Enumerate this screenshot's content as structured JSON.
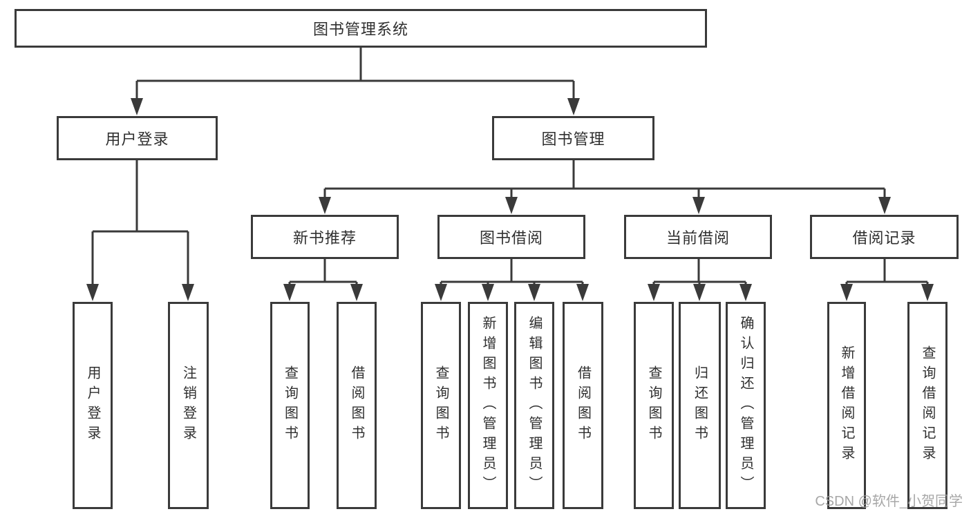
{
  "diagram": {
    "type": "tree",
    "colors": {
      "line": "#3a3a3a",
      "box_border": "#3a3a3a",
      "text": "#2f2f2f",
      "background": "#ffffff",
      "watermark": "#9e9e9e"
    }
  },
  "tree": {
    "root": "图书管理系统",
    "children": [
      {
        "label": "用户登录",
        "children": [
          "用户登录",
          "注销登录"
        ]
      },
      {
        "label": "图书管理",
        "children": [
          {
            "label": "新书推荐",
            "children": [
              "查询图书",
              "借阅图书"
            ]
          },
          {
            "label": "图书借阅",
            "children": [
              "查询图书",
              "新增图书（管理员）",
              "编辑图书（管理员）",
              "借阅图书"
            ]
          },
          {
            "label": "当前借阅",
            "children": [
              "查询图书",
              "归还图书",
              "确认归还（管理员）"
            ]
          },
          {
            "label": "借阅记录",
            "children": [
              "新增借阅记录",
              "查询借阅记录"
            ]
          }
        ]
      }
    ]
  },
  "watermark": {
    "text": "CSDN @软件_小贺同学"
  }
}
